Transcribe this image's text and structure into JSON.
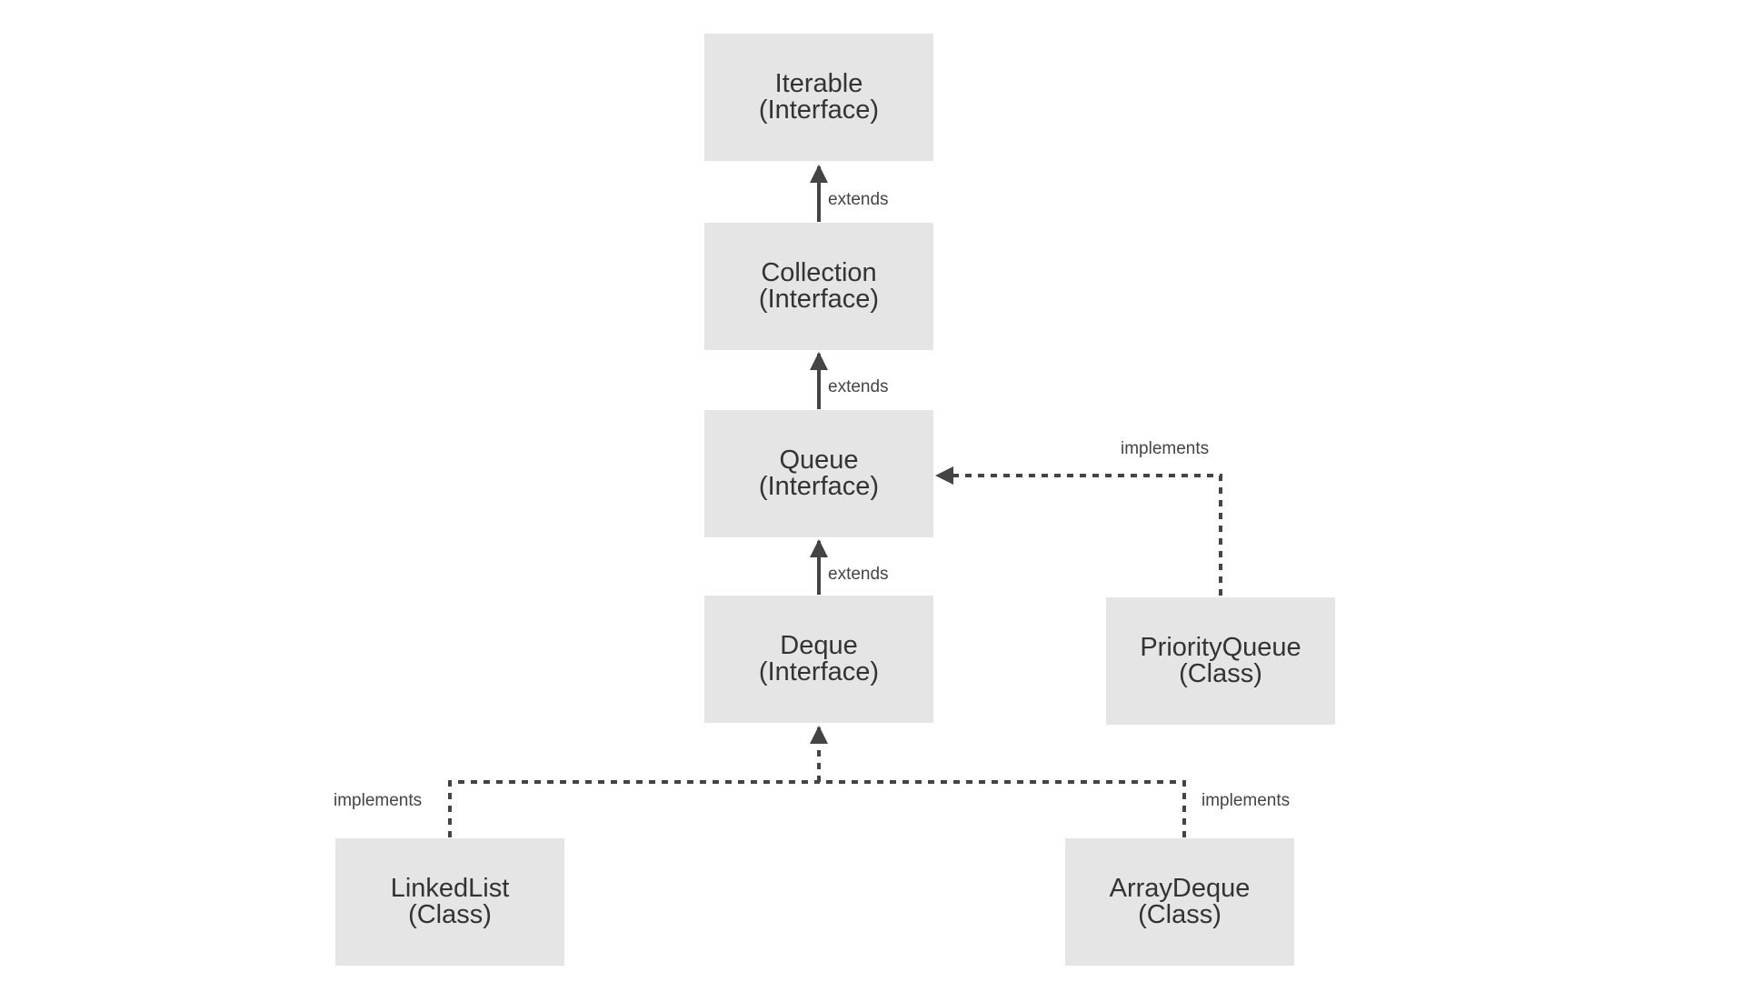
{
  "colors": {
    "node_fill": "#e5e5e5",
    "text": "#333333",
    "edge": "#444444",
    "background": "#ffffff"
  },
  "nodes": [
    {
      "id": "iterable",
      "name": "Iterable",
      "kind": "(Interface)"
    },
    {
      "id": "collection",
      "name": "Collection",
      "kind": "(Interface)"
    },
    {
      "id": "queue",
      "name": "Queue",
      "kind": "(Interface)"
    },
    {
      "id": "deque",
      "name": "Deque",
      "kind": "(Interface)"
    },
    {
      "id": "priorityqueue",
      "name": "PriorityQueue",
      "kind": "(Class)"
    },
    {
      "id": "linkedlist",
      "name": "LinkedList",
      "kind": "(Class)"
    },
    {
      "id": "arraydeque",
      "name": "ArrayDeque",
      "kind": "(Class)"
    }
  ],
  "edges": [
    {
      "from": "collection",
      "to": "iterable",
      "label": "extends",
      "style": "solid"
    },
    {
      "from": "queue",
      "to": "collection",
      "label": "extends",
      "style": "solid"
    },
    {
      "from": "deque",
      "to": "queue",
      "label": "extends",
      "style": "solid"
    },
    {
      "from": "priorityqueue",
      "to": "queue",
      "label": "implements",
      "style": "dashed"
    },
    {
      "from": "linkedlist",
      "to": "deque",
      "label": "implements",
      "style": "dashed"
    },
    {
      "from": "arraydeque",
      "to": "deque",
      "label": "implements",
      "style": "dashed"
    }
  ]
}
